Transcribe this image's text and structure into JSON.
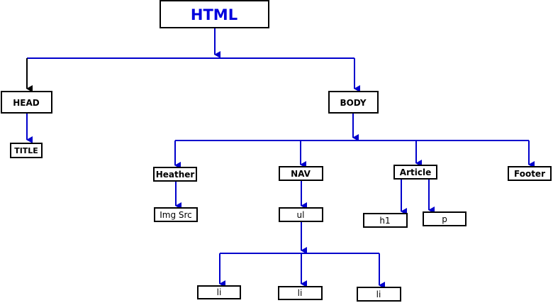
{
  "colors": {
    "connector": "#0000cc",
    "root_text": "#0000dd",
    "box_stroke": "#000000",
    "head_arrow": "#000000"
  },
  "nodes": {
    "html": "HTML",
    "head": "HEAD",
    "title": "TITLE",
    "body": "BODY",
    "heather": "Heather",
    "img_src": "Img Src",
    "nav": "NAV",
    "ul": "ul",
    "li_1": "li",
    "li_2": "li",
    "li_3": "li",
    "article": "Article",
    "h1": "h1",
    "p": "p",
    "footer": "Footer"
  }
}
